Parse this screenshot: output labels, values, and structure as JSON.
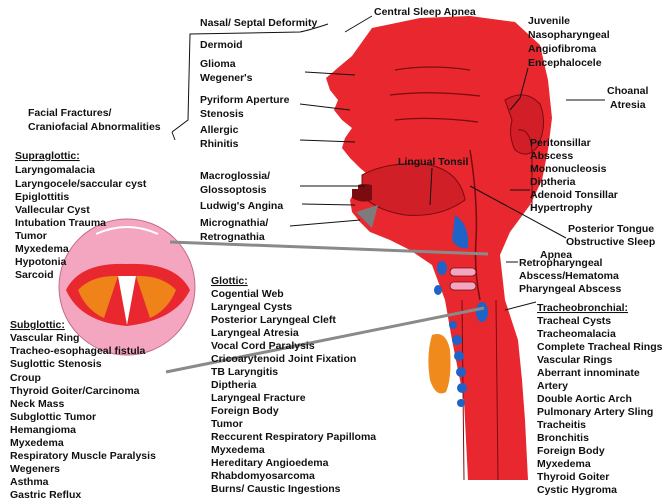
{
  "head_labels": {
    "nasal_septal": "Nasal/ Septal Deformity",
    "central_sleep_apnea": "Central Sleep Apnea",
    "dermoid": "Dermoid",
    "glioma": "Glioma",
    "wegeners": "Wegener's",
    "pyriform_1": "Pyriform Aperture",
    "pyriform_2": "Stenosis",
    "allergic_1": "Allergic",
    "allergic_2": "Rhinitis",
    "facial_1": "Facial Fractures/",
    "facial_2": "Craniofacial Abnormalities",
    "juvenile_1": "Juvenile",
    "juvenile_2": "Nasopharyngeal",
    "juvenile_3": "Angiofibroma",
    "juvenile_4": "Encephalocele",
    "choanal_1": "Choanal",
    "choanal_2": "Atresia",
    "lingual_tonsil": "Lingual Tonsil",
    "macroglossia_1": "Macroglossia/",
    "macroglossia_2": "Glossoptosis",
    "ludwigs": "Ludwig's Angina",
    "micrognathia_1": "Micrognathia/",
    "micrognathia_2": "Retrognathia"
  },
  "tonsil_list": [
    "Peritonsillar",
    "Abscess",
    "Mononucleosis",
    "Diptheria",
    "Adenoid Tonsillar",
    "Hypertrophy"
  ],
  "posterior_tongue": [
    "Posterior Tongue",
    "Obstructive Sleep",
    "Apnea"
  ],
  "retropharyngeal": [
    "Retropharyngeal",
    "Abscess/Hematoma",
    "Pharyngeal Abscess"
  ],
  "supraglottic": {
    "header": "Supraglottic:",
    "items": [
      "Laryngomalacia",
      "Laryngocele/saccular cyst",
      "Epiglottitis",
      "Vallecular Cyst",
      "Intubation Trauma",
      "Tumor",
      "Myxedema",
      "Hypotonia",
      "Sarcoid"
    ]
  },
  "subglottic": {
    "header": "Subglottic:",
    "items": [
      "Vascular Ring",
      "Tracheo-esophageal fistula",
      "Suglottic Stenosis",
      "Croup",
      "Thyroid Goiter/Carcinoma",
      "Neck Mass",
      "Subglottic Tumor",
      "Hemangioma",
      "Myxedema",
      "Respiratory Muscle Paralysis",
      "Wegeners",
      "Asthma",
      "Gastric Reflux"
    ]
  },
  "glottic": {
    "header": "Glottic:",
    "items": [
      "Cogential Web",
      "Laryngeal Cysts",
      "Posterior Laryngeal Cleft",
      "Laryngeal Atresia",
      "Vocal Cord Paralysis",
      "Cricoarytenoid Joint Fixation",
      "TB Laryngitis",
      "Diptheria",
      "Laryngeal Fracture",
      "Foreign Body",
      "Tumor",
      "Reccurent Respiratory Papilloma",
      "Myxedema",
      "Hereditary Angioedema",
      "Rhabdomyosarcoma",
      "Burns/ Caustic Ingestions"
    ]
  },
  "tracheobronchial": {
    "header": "Tracheobronchial:",
    "items": [
      "Tracheal Cysts",
      "Tracheomalacia",
      "Complete Tracheal Rings",
      "Vascular Rings",
      "Aberrant innominate",
      "Artery",
      "Double Aortic Arch",
      "Pulmonary Artery Sling",
      "Tracheitis",
      "Bronchitis",
      "Foreign Body",
      "Myxedema",
      "Thyroid Goiter",
      "Cystic Hygroma"
    ]
  },
  "colors": {
    "tissue": "#e8272f",
    "dark_line": "#7a0b10",
    "lymph_blue": "#1f63c6",
    "thyroid_orange": "#f08a1c",
    "larynx_pink": "#f4a6c0",
    "cord_orange": "#f0821a",
    "gray_pointer": "#8a8a8a"
  }
}
